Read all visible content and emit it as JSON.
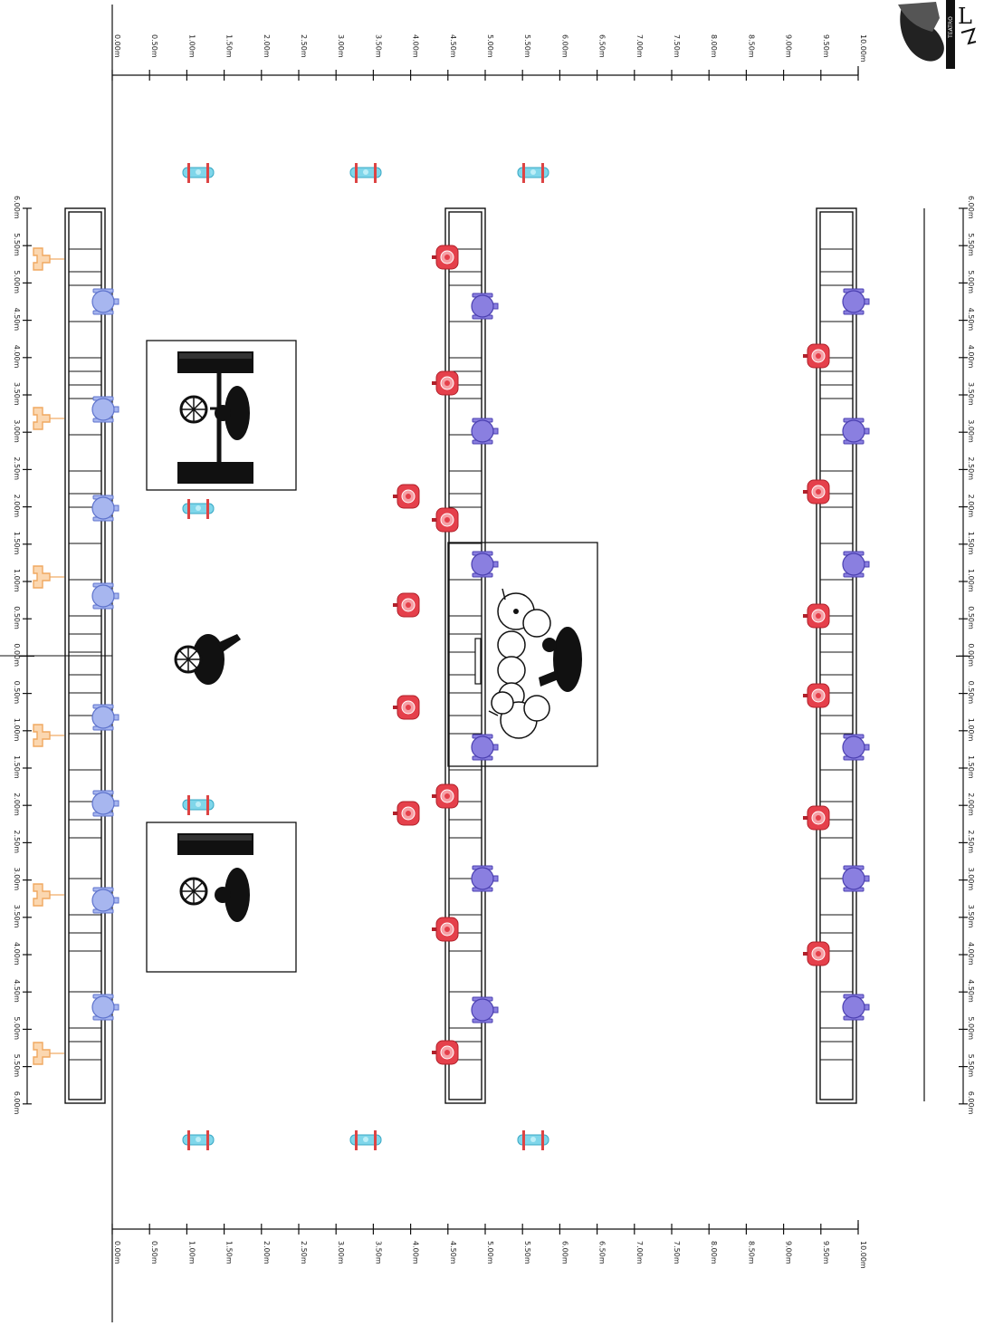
{
  "top_ruler_labels": [
    "0.00m",
    "0.50m",
    "1.00m",
    "1.50m",
    "2.00m",
    "2.50m",
    "3.00m",
    "3.50m",
    "4.00m",
    "4.50m",
    "5.00m",
    "5.50m",
    "6.00m",
    "6.50m",
    "7.00m",
    "7.50m",
    "8.00m",
    "8.50m",
    "9.00m",
    "9.50m",
    "10.00m"
  ],
  "bottom_ruler_labels": [
    "0.00m",
    "0.50m",
    "1.00m",
    "1.50m",
    "2.00m",
    "2.50m",
    "3.00m",
    "3.50m",
    "4.00m",
    "4.50m",
    "5.00m",
    "5.50m",
    "6.00m",
    "6.50m",
    "7.00m",
    "7.50m",
    "8.00m",
    "8.50m",
    "9.00m",
    "9.50m",
    "10.00m"
  ],
  "left_ruler_labels": [
    "6.00m",
    "5.50m",
    "5.00m",
    "4.50m",
    "4.00m",
    "3.50m",
    "3.00m",
    "2.50m",
    "2.00m",
    "1.50m",
    "1.00m",
    "0.50m",
    "0.00m",
    "0.50m",
    "1.00m",
    "1.50m",
    "2.00m",
    "2.50m",
    "3.00m",
    "3.50m",
    "4.00m",
    "4.50m",
    "5.00m",
    "5.50m",
    "6.00m"
  ],
  "right_ruler_labels": [
    "6.00m",
    "5.50m",
    "5.00m",
    "4.50m",
    "4.00m",
    "3.50m",
    "3.00m",
    "2.50m",
    "2.00m",
    "1.50m",
    "1.00m",
    "0.50m",
    "0.00m",
    "0.50m",
    "1.00m",
    "1.50m",
    "2.00m",
    "2.50m",
    "3.00m",
    "3.50m",
    "4.00m",
    "4.50m",
    "5.00m",
    "5.50m",
    "6.00m"
  ],
  "logo": {
    "letter": "L",
    "vertical_text": "TEATRO"
  },
  "colors": {
    "blue_fixture": "#7f95e6",
    "blue_fixture_dark": "#5d72cc",
    "purple_fixture": "#8a7fe0",
    "red_fixture": "#e5404b",
    "cyan_fixture": "#7fd6ea",
    "orange_fixture": "#f0a860",
    "outline": "#111111"
  },
  "legend_icons": [
    "drum-kit-icon",
    "guitar-player-icon",
    "keyboard-player-icon"
  ]
}
